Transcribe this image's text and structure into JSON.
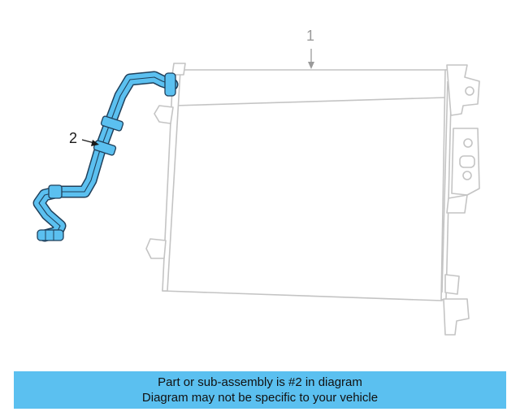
{
  "callouts": {
    "part_1": "1",
    "part_2": "2"
  },
  "banner": {
    "line1": "Part or sub-assembly is #2 in diagram",
    "line2": "Diagram may not be specific to your vehicle"
  },
  "colors": {
    "highlight": "#5bc0f0",
    "outline": "#c4c4c4",
    "hose_outline": "#1f3f5a",
    "banner": "#5bc0f0"
  }
}
